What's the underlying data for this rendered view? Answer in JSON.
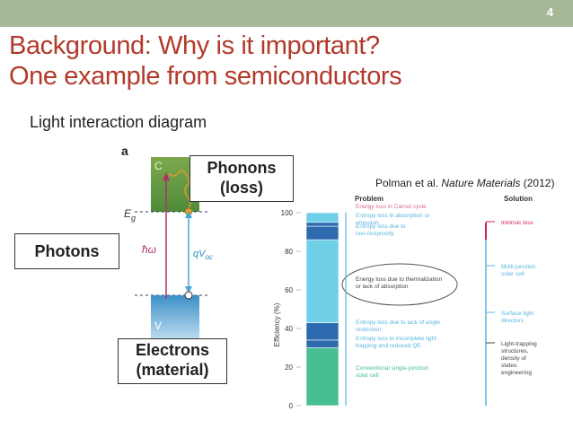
{
  "slide": {
    "number": "4"
  },
  "title": {
    "line1": "Background: Why is it important?",
    "line2": "One example from semiconductors"
  },
  "subtitle": "Light interaction diagram",
  "band_diagram": {
    "panel_label": "a",
    "conduction_label": "C",
    "valence_label": "V",
    "gap_label": "E",
    "gap_subscript": "g",
    "photon_energy": "ħω",
    "voltage_label": "qV",
    "voltage_subscript": "oc"
  },
  "callouts": {
    "phonons": [
      "Phonons",
      "(loss)"
    ],
    "photons": "Photons",
    "electrons": [
      "Electrons",
      "(material)"
    ]
  },
  "citation": {
    "authors": "Polman et al.",
    "journal": "Nature Materials",
    "year": "(2012)"
  },
  "chart_data": {
    "type": "bar",
    "ylabel": "Efficiency (%)",
    "ylim": [
      0,
      100
    ],
    "yticks": [
      0,
      20,
      40,
      60,
      80,
      100
    ],
    "column_headers": {
      "problem": "Problem",
      "solution": "Solution"
    },
    "segments": [
      {
        "from": 0,
        "to": 30,
        "color": "#46bf92",
        "label": "Conventional single-junction solar cell",
        "label_color": "#46bf92"
      },
      {
        "from": 30,
        "to": 34,
        "color": "#2d6aae",
        "label": "Entropy loss to incomplete light trapping and reduced QE",
        "label_color": "#5bb4e0"
      },
      {
        "from": 34,
        "to": 43,
        "color": "#2d6aae",
        "label": "Entropy loss due to lack of angle restriction",
        "label_color": "#5bb4e0"
      },
      {
        "from": 43,
        "to": 86,
        "color": "#6fcfe6",
        "label": "Energy loss due to thermalization or lack of absorption",
        "label_color": "#444444"
      },
      {
        "from": 86,
        "to": 93,
        "color": "#2d6aae",
        "label": "Entropy loss due to non-reciprocity",
        "label_color": "#5bb4e0"
      },
      {
        "from": 93,
        "to": 95,
        "color": "#2d6aae",
        "label": "Entropy loss in absorption or emission",
        "label_color": "#5bb4e0"
      },
      {
        "from": 95,
        "to": 100,
        "color": "#6fcfe6",
        "label": "Energy loss in Carnot cycle",
        "label_color": "#d96a8a"
      }
    ],
    "solutions": [
      {
        "label": "Intrinsic loss",
        "color": "#cc2255"
      },
      {
        "label": "Multi-junction solar cell",
        "color": "#5bb4e0"
      },
      {
        "label": "Surface light directors",
        "color": "#5bb4e0"
      },
      {
        "label": "Light-trapping structures, density of states engineering",
        "color": "#444444"
      }
    ]
  }
}
